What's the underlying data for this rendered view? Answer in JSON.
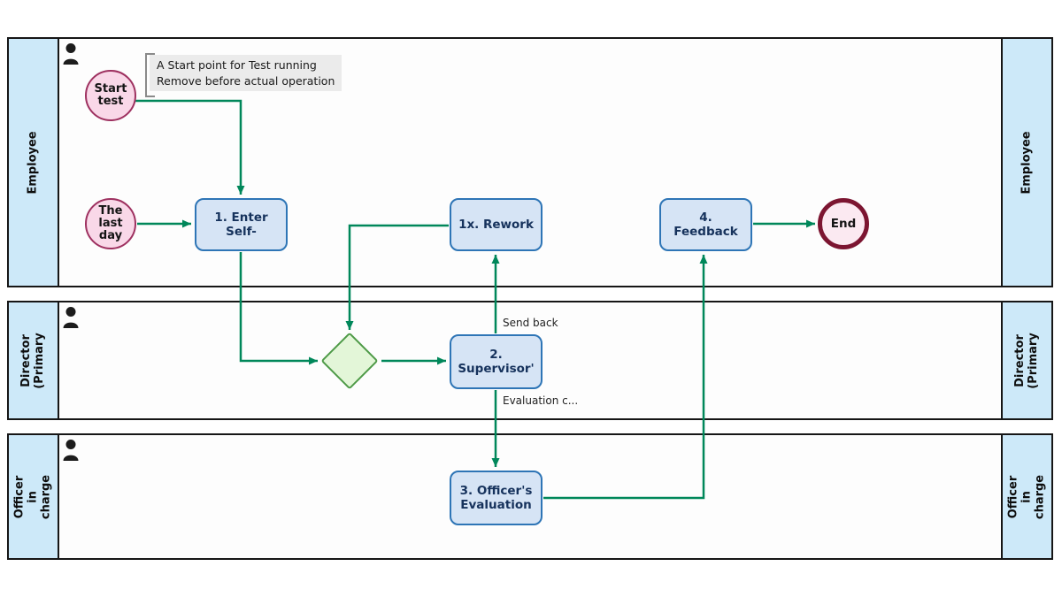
{
  "colors": {
    "lane_fill": "#cde9f9",
    "task_fill": "#d6e4f5",
    "task_border": "#2e75b6",
    "event_fill": "#f9d8e8",
    "event_border": "#9e3160",
    "end_fill": "#fbe9f1",
    "end_border": "#7c1531",
    "gateway_fill": "#e3f6d8",
    "gateway_border": "#4e9a47",
    "edge": "#00875a"
  },
  "lanes": [
    {
      "id": "employee",
      "label": "Employee"
    },
    {
      "id": "director",
      "label": "Director\n(Primary"
    },
    {
      "id": "officer",
      "label": "Officer in\ncharge"
    }
  ],
  "nodes": {
    "start_test": {
      "label": "Start\ntest"
    },
    "last_day": {
      "label": "The\nlast day"
    },
    "task_enter_self": {
      "label": "1. Enter\nSelf-"
    },
    "task_rework": {
      "label": "1x. Rework"
    },
    "task_supervisor": {
      "label": "2.\nSupervisor'"
    },
    "task_officer_eval": {
      "label": "3. Officer's\nEvaluation"
    },
    "task_feedback": {
      "label": "4.\nFeedback"
    },
    "end_event": {
      "label": "End"
    }
  },
  "annotation": {
    "text": "A Start point for Test running\nRemove before actual operation"
  },
  "edge_labels": {
    "send_back": "Send back",
    "evaluation_complete": "Evaluation c..."
  }
}
